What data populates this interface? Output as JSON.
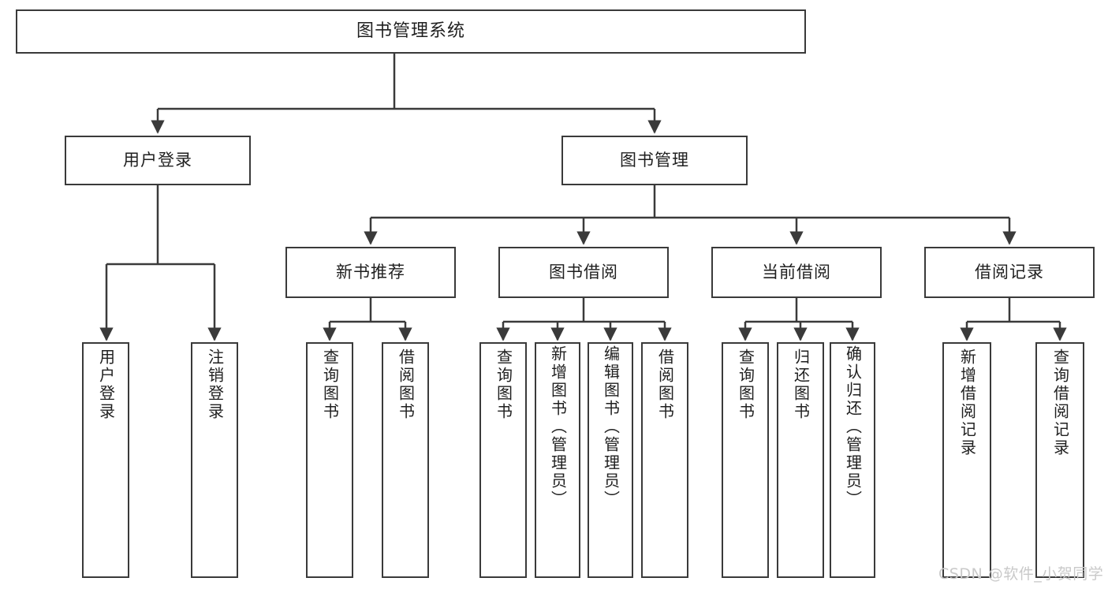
{
  "diagram": {
    "title": "图书管理系统",
    "watermark": "CSDN @软件_小贺同学",
    "colors": {
      "stroke": "#3a3a3a",
      "fill": "#ffffff",
      "text": "#1f1f1f",
      "watermark": "#c9c9c9"
    },
    "levels": {
      "root_label": "图书管理系统",
      "level2": [
        {
          "id": "user-login",
          "label": "用户登录"
        },
        {
          "id": "book-manage",
          "label": "图书管理"
        }
      ],
      "level3": [
        {
          "id": "new-book-rec",
          "label": "新书推荐",
          "parent": "book-manage"
        },
        {
          "id": "book-borrow",
          "label": "图书借阅",
          "parent": "book-manage"
        },
        {
          "id": "current-borrow",
          "label": "当前借阅",
          "parent": "book-manage"
        },
        {
          "id": "borrow-record",
          "label": "借阅记录",
          "parent": "book-manage"
        }
      ],
      "leaves": [
        {
          "id": "leaf-user-login",
          "label": "用户登录",
          "parent": "user-login"
        },
        {
          "id": "leaf-logout",
          "label": "注销登录",
          "parent": "user-login"
        },
        {
          "id": "leaf-query-book-1",
          "label": "查询图书",
          "parent": "new-book-rec"
        },
        {
          "id": "leaf-borrow-book-1",
          "label": "借阅图书",
          "parent": "new-book-rec"
        },
        {
          "id": "leaf-query-book-2",
          "label": "查询图书",
          "parent": "book-borrow"
        },
        {
          "id": "leaf-add-book",
          "label": "新增图书（管理员）",
          "parent": "book-borrow"
        },
        {
          "id": "leaf-edit-book",
          "label": "编辑图书（管理员）",
          "parent": "book-borrow"
        },
        {
          "id": "leaf-borrow-book-2",
          "label": "借阅图书",
          "parent": "book-borrow"
        },
        {
          "id": "leaf-query-book-3",
          "label": "查询图书",
          "parent": "current-borrow"
        },
        {
          "id": "leaf-return-book",
          "label": "归还图书",
          "parent": "current-borrow"
        },
        {
          "id": "leaf-confirm-return",
          "label": "确认归还（管理员）",
          "parent": "current-borrow"
        },
        {
          "id": "leaf-add-record",
          "label": "新增借阅记录",
          "parent": "borrow-record"
        },
        {
          "id": "leaf-query-record",
          "label": "查询借阅记录",
          "parent": "borrow-record"
        }
      ]
    }
  }
}
